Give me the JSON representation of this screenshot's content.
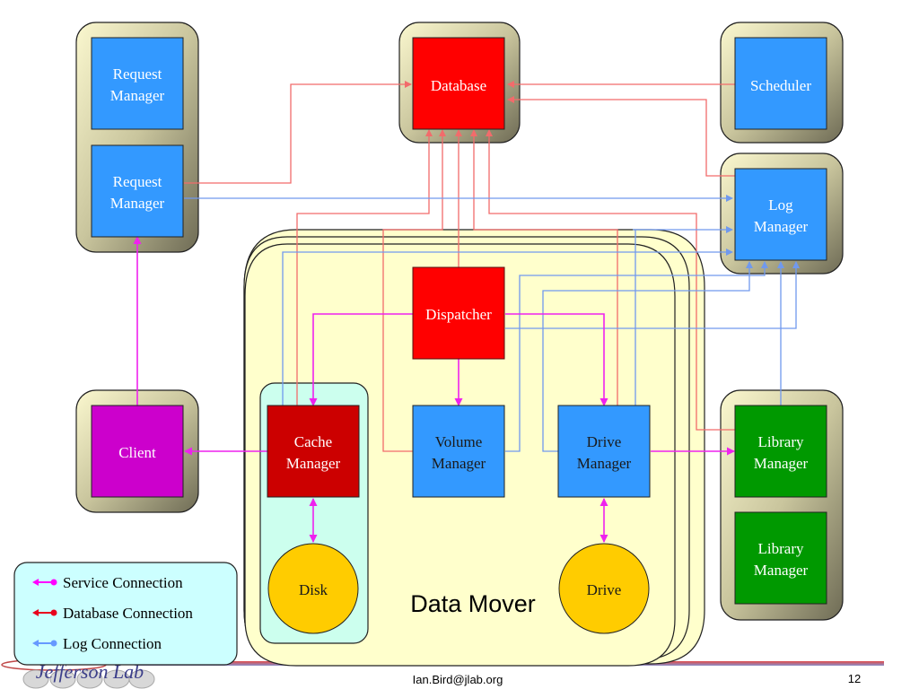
{
  "slide": {
    "footer_email": "Ian.Bird@jlab.org",
    "page_number": "12",
    "logo_text": "Jefferson Lab"
  },
  "nodes": {
    "request_manager_1": "Request\nManager",
    "request_manager_2": "Request\nManager",
    "database": "Database",
    "scheduler": "Scheduler",
    "log_manager": "Log\nManager",
    "client": "Client",
    "dispatcher": "Dispatcher",
    "cache_manager": "Cache\nManager",
    "volume_manager": "Volume\nManager",
    "drive_manager": "Drive\nManager",
    "disk": "Disk",
    "drive": "Drive",
    "library_manager_1": "Library\nManager",
    "library_manager_2": "Library\nManager"
  },
  "labels": {
    "data_mover": "Data Mover",
    "rm1_l1": "Request",
    "rm1_l2": "Manager",
    "rm2_l1": "Request",
    "rm2_l2": "Manager",
    "log_l1": "Log",
    "log_l2": "Manager",
    "cm_l1": "Cache",
    "cm_l2": "Manager",
    "vm_l1": "Volume",
    "vm_l2": "Manager",
    "dm_l1": "Drive",
    "dm_l2": "Manager",
    "lm1_l1": "Library",
    "lm1_l2": "Manager",
    "lm2_l1": "Library",
    "lm2_l2": "Manager"
  },
  "legend": {
    "items": [
      {
        "label": "Service Connection",
        "color": "#ff00ff"
      },
      {
        "label": "Database Connection",
        "color": "#e8001c"
      },
      {
        "label": "Log Connection",
        "color": "#6699ff"
      }
    ]
  },
  "colors": {
    "service": "#ee22ee",
    "database_link": "#f26b6b",
    "log_link": "#7099ee",
    "blue_node": "#3399ff",
    "red_node": "#ff0000",
    "dark_red_node": "#cc0000",
    "green_node": "#009900",
    "magenta_node": "#cc00cc",
    "gold_node": "#ffcc00",
    "data_mover_fill": "#ffffcc",
    "cache_group_fill": "#ccffee",
    "legend_fill": "#ccffff"
  }
}
